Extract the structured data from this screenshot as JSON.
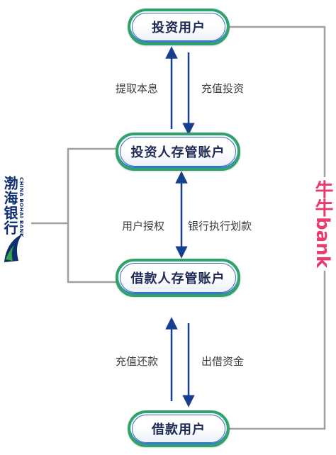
{
  "nodes": {
    "investor_user": "投资用户",
    "investor_custody": "投资人存管账户",
    "borrower_custody": "借款人存管账户",
    "borrower_user": "借款用户"
  },
  "flows": {
    "withdraw_principal_interest": "提取本息",
    "recharge_invest": "充值投资",
    "user_authorization": "用户授权",
    "bank_transfer": "银行执行划款",
    "recharge_repay": "充值还款",
    "loan_funds": "出借资金"
  },
  "logos": {
    "bohai_bank_cn": "渤海银行",
    "bohai_bank_en": "CHINA BOHAI BANK",
    "niuniu_bank": "牛牛bank"
  },
  "colors": {
    "node_border": "#2fa36a",
    "arrow": "#163f8f",
    "connector": "#a0a0a0",
    "bohai_brand": "#0e2f6e",
    "niuniu_brand": "#e83c6e"
  }
}
